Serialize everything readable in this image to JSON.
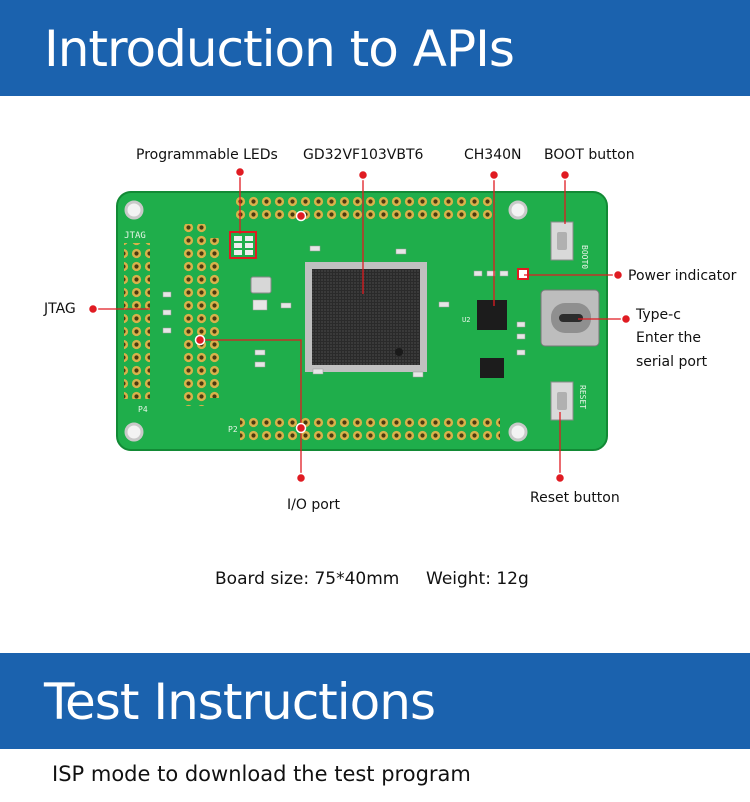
{
  "header": {
    "title": "Introduction to APIs"
  },
  "labels": {
    "leds": "Programmable LEDs",
    "mcu": "GD32VF103VBT6",
    "ch340": "CH340N",
    "boot": "BOOT button",
    "power": "Power indicator",
    "typec_1": "Type-c",
    "typec_2": "Enter the",
    "typec_3": "serial port",
    "jtag": "JTAG",
    "io": "I/O port",
    "reset": "Reset button"
  },
  "specs": {
    "size": "Board size: 75*40mm",
    "weight": "Weight: 12g"
  },
  "section": {
    "title": "Test Instructions",
    "text": "ISP mode to download the test program"
  },
  "silkscreen": {
    "jtag": "JTAG",
    "boot": "BOOT0",
    "reset": "RESET",
    "u2": "U2",
    "p2": "P2",
    "p4": "P4"
  },
  "colors": {
    "banner": "#1b62ae",
    "pcb": "#1fae4b",
    "marker": "#e01b22"
  }
}
